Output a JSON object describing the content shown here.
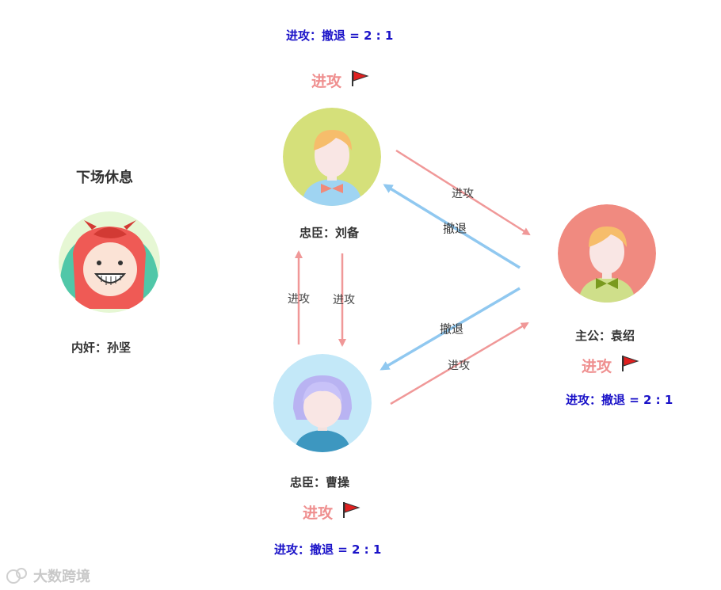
{
  "bench": {
    "title": "下场休息",
    "name": "内奸：孙坚"
  },
  "players": {
    "liubei": {
      "name": "忠臣：刘备",
      "status": "进攻",
      "ratio": "进攻：撤退 = 2 : 1"
    },
    "caocao": {
      "name": "忠臣：曹操",
      "status": "进攻",
      "ratio": "进攻：撤退 = 2 : 1"
    },
    "yuanshao": {
      "name": "主公：袁绍",
      "status": "进攻",
      "ratio": "进攻：撤退 = 2 : 1"
    }
  },
  "edges": {
    "liubei_to_yuanshao": "进攻",
    "yuanshao_to_liubei": "撤退",
    "caocao_to_liubei": "进攻",
    "liubei_to_caocao": "进攻",
    "yuanshao_to_caocao": "撤退",
    "caocao_to_yuanshao": "进攻"
  },
  "colors": {
    "attack": "#f09898",
    "retreat": "#90c8f0",
    "ratio": "#1a12c8"
  },
  "icons": {
    "flag": "flag-icon",
    "bench_avatar": "devil-avatar",
    "watermark_logo": "logo-icon"
  },
  "watermark": "大数跨境"
}
